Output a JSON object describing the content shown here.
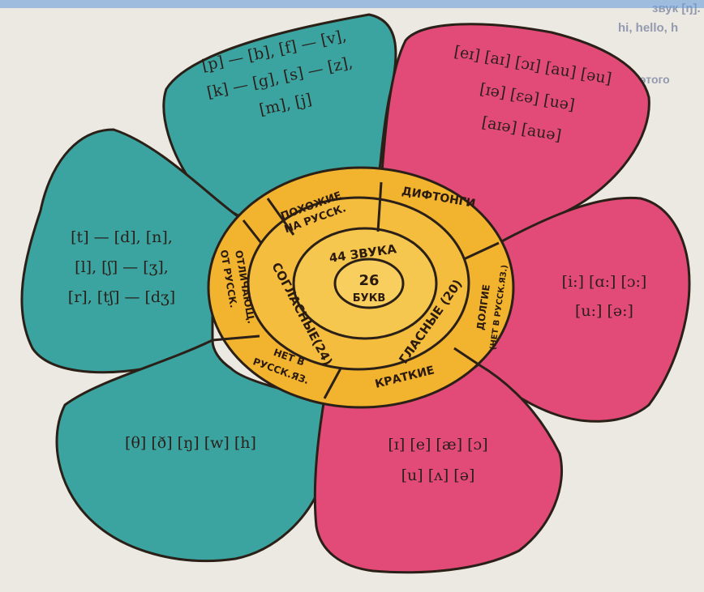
{
  "background": {
    "corner_text": [
      "звук [ŋ].",
      "hi, hello, h"
    ],
    "side_text": "т этого"
  },
  "petals": {
    "similar_consonants": [
      "[p] — [b], [f] — [v],",
      "[k] — [g], [s] — [z],",
      "[m], [j]"
    ],
    "different_consonants": [
      "[t] — [d], [n],",
      "[l], [ʃ] — [ʒ],",
      "[r], [tʃ] — [dʒ]"
    ],
    "absent_consonants": [
      "[θ] [ð] [ŋ] [w] [h]"
    ],
    "diphthongs": [
      "[eɪ] [aɪ] [ɔɪ] [au] [əu]",
      "[ɪə] [ɛə] [uə]",
      "[aɪə] [auə]"
    ],
    "long_vowels": [
      "[i:] [ɑ:] [ɔ:]",
      "[u:] [ə:]"
    ],
    "short_vowels": [
      "[ɪ] [e] [æ] [ɔ]",
      "[u] [ʌ] [ə]"
    ]
  },
  "center": {
    "letters_count": "26",
    "letters_label": "БУКВ",
    "sounds_label": "44 ЗВУКА",
    "consonants_label": "СОГЛАСНЫЕ(24)",
    "vowels_label": "ГЛАСНЫЕ (20)",
    "similar_label_1": "ПОХОЖИЕ",
    "similar_label_2": "НА РУССК.",
    "different_label_1": "ОТЛИЧАЮЩ.",
    "different_label_2": "ОТ РУССК.",
    "absent_label_1": "НЕТ В",
    "absent_label_2": "РУССК.ЯЗ.",
    "diphthongs_label": "ДИФТОНГИ",
    "long_label_1": "ДОЛГИЕ",
    "long_label_2": "(НЕТ В РУССК.ЯЗ.)",
    "short_label": "КРАТКИЕ"
  },
  "colors": {
    "teal": "#3ba4a0",
    "pink": "#e24a78",
    "orange": "#f2b32e",
    "outline": "#2b2018",
    "paper": "#ece9e3"
  }
}
